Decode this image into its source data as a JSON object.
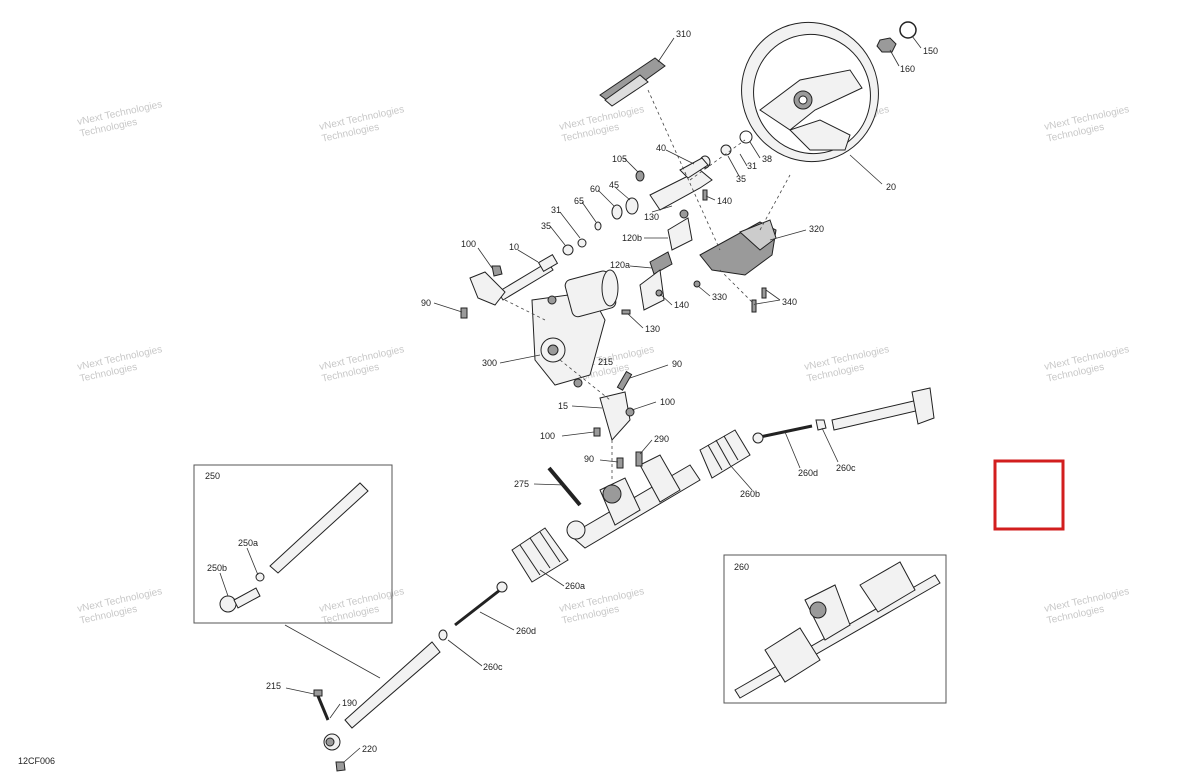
{
  "drawing_id": "12CF006",
  "watermark": {
    "line1": "vNext Technologies",
    "line2": "Technologies",
    "big": "vNext Technologies"
  },
  "inset_labels": {
    "left": "250",
    "right": "260"
  },
  "callouts": [
    "310",
    "150",
    "160",
    "40",
    "105",
    "35",
    "31",
    "38",
    "20",
    "60",
    "45",
    "65",
    "130",
    "140",
    "31",
    "35",
    "120b",
    "320",
    "100",
    "10",
    "120a",
    "90",
    "140",
    "330",
    "340",
    "130",
    "300",
    "215",
    "90",
    "15",
    "100",
    "100",
    "290",
    "90",
    "275",
    "260b",
    "260d",
    "260c",
    "250a",
    "250b",
    "260a",
    "260d",
    "260c",
    "215",
    "190",
    "220",
    "260"
  ]
}
